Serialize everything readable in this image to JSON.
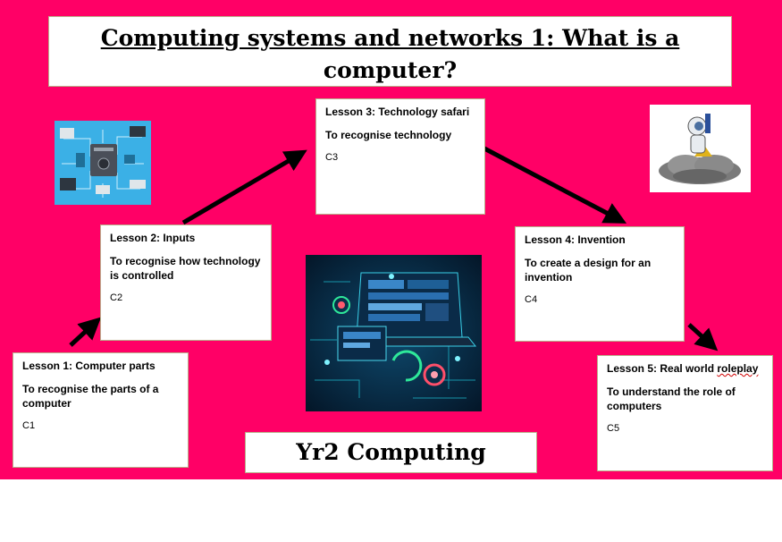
{
  "title": {
    "line1": "Computing systems and networks 1: What is a",
    "line2": "computer?"
  },
  "lessons": [
    {
      "title": "Lesson 1: Computer parts",
      "objective": "To recognise the parts of a computer",
      "code": "C1"
    },
    {
      "title": "Lesson 2: Inputs",
      "objective": "To recognise how technology is controlled",
      "code": "C2"
    },
    {
      "title": "Lesson 3: Technology safari",
      "objective": "To recognise technology",
      "code": "C3"
    },
    {
      "title": "Lesson 4: Invention",
      "objective": "To create a design for an invention",
      "code": "C4"
    },
    {
      "title_prefix": "Lesson 5: Real world ",
      "title_flagged": "roleplay",
      "objective": "To understand the role of computers",
      "code": "C5"
    }
  ],
  "footer": {
    "label": "Yr2 Computing"
  },
  "colors": {
    "background": "#ff0066",
    "box": "#ffffff",
    "arrow": "#000000"
  }
}
